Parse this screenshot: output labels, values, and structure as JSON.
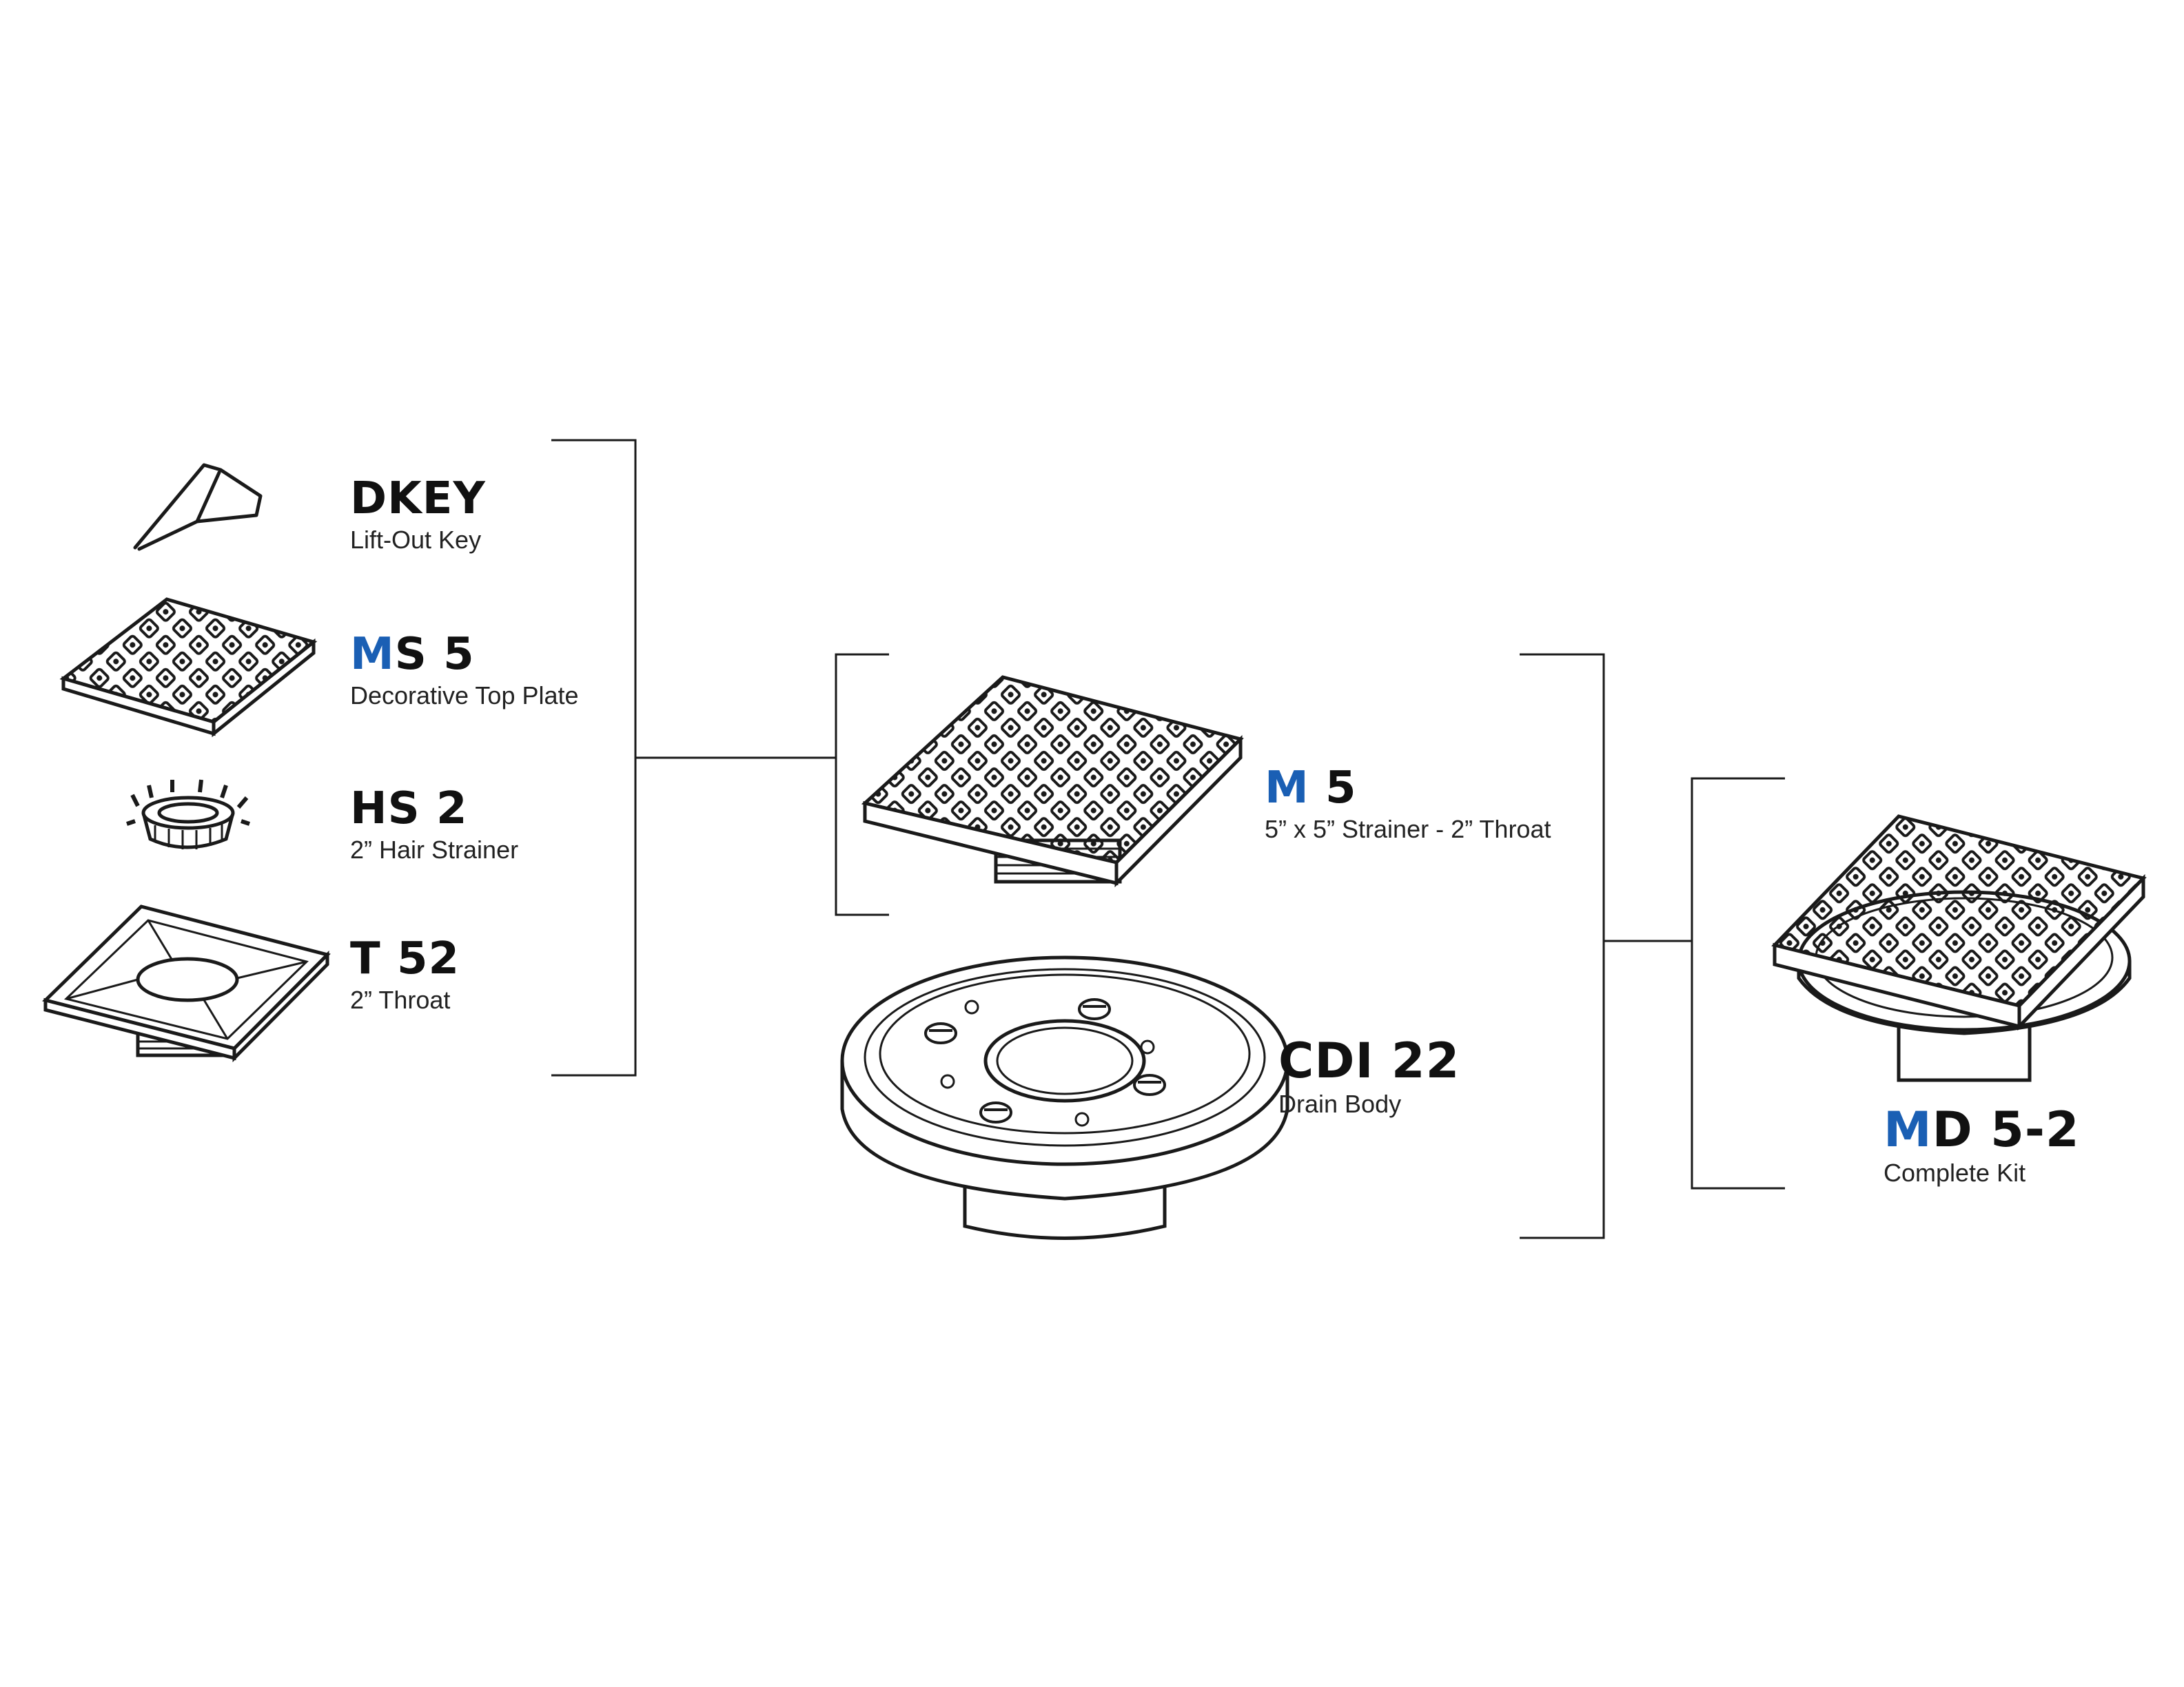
{
  "colors": {
    "accent": "#1a5fb4",
    "line": "#1a1a1a",
    "text": "#111111"
  },
  "parts": {
    "dkey": {
      "code_rest": "DKEY",
      "desc": "Lift-Out Key",
      "icon": "lift-out-key-icon"
    },
    "ms5": {
      "code_accent": "M",
      "code_rest": "S 5",
      "desc": "Decorative Top Plate",
      "icon": "decorative-top-plate-icon"
    },
    "hs2": {
      "code_rest": "HS 2",
      "desc": "2” Hair Strainer",
      "icon": "hair-strainer-icon"
    },
    "t52": {
      "code_rest": "T 52",
      "desc": "2” Throat",
      "icon": "throat-icon"
    },
    "m5": {
      "code_accent": "M",
      "code_rest": " 5",
      "desc": "5” x 5” Strainer - 2” Throat",
      "icon": "strainer-assembly-icon"
    },
    "cdi22": {
      "code_rest": "CDI 22",
      "desc": "Drain Body",
      "icon": "drain-body-icon"
    },
    "md52": {
      "code_accent": "M",
      "code_rest": "D 5-2",
      "desc": "Complete Kit",
      "icon": "complete-kit-icon"
    }
  }
}
